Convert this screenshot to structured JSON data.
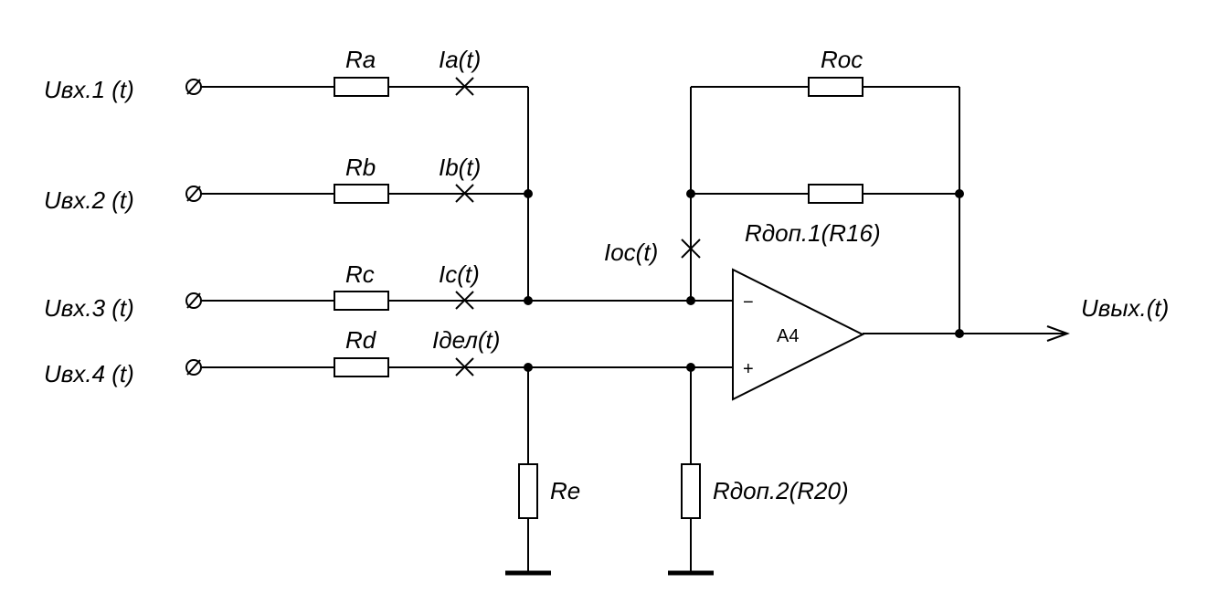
{
  "inputs": [
    {
      "label": "Uвх.1 (t)",
      "resistor": "Ra",
      "current": "Ia(t)"
    },
    {
      "label": "Uвх.2 (t)",
      "resistor": "Rb",
      "current": "Ib(t)"
    },
    {
      "label": "Uвх.3 (t)",
      "resistor": "Rc",
      "current": "Ic(t)"
    },
    {
      "label": "Uвх.4 (t)",
      "resistor": "Rd",
      "current": "Iдел(t)"
    }
  ],
  "feedback": {
    "resistor": "Roc",
    "extra_resistor": "Rдоп.1(R16)",
    "current": "Ioc(t)"
  },
  "opamp": {
    "name": "A4",
    "inverting": "−",
    "noninverting": "+"
  },
  "ground_resistors": {
    "re": "Re",
    "extra": "Rдоп.2(R20)"
  },
  "output": {
    "label": "Uвых.(t)"
  }
}
